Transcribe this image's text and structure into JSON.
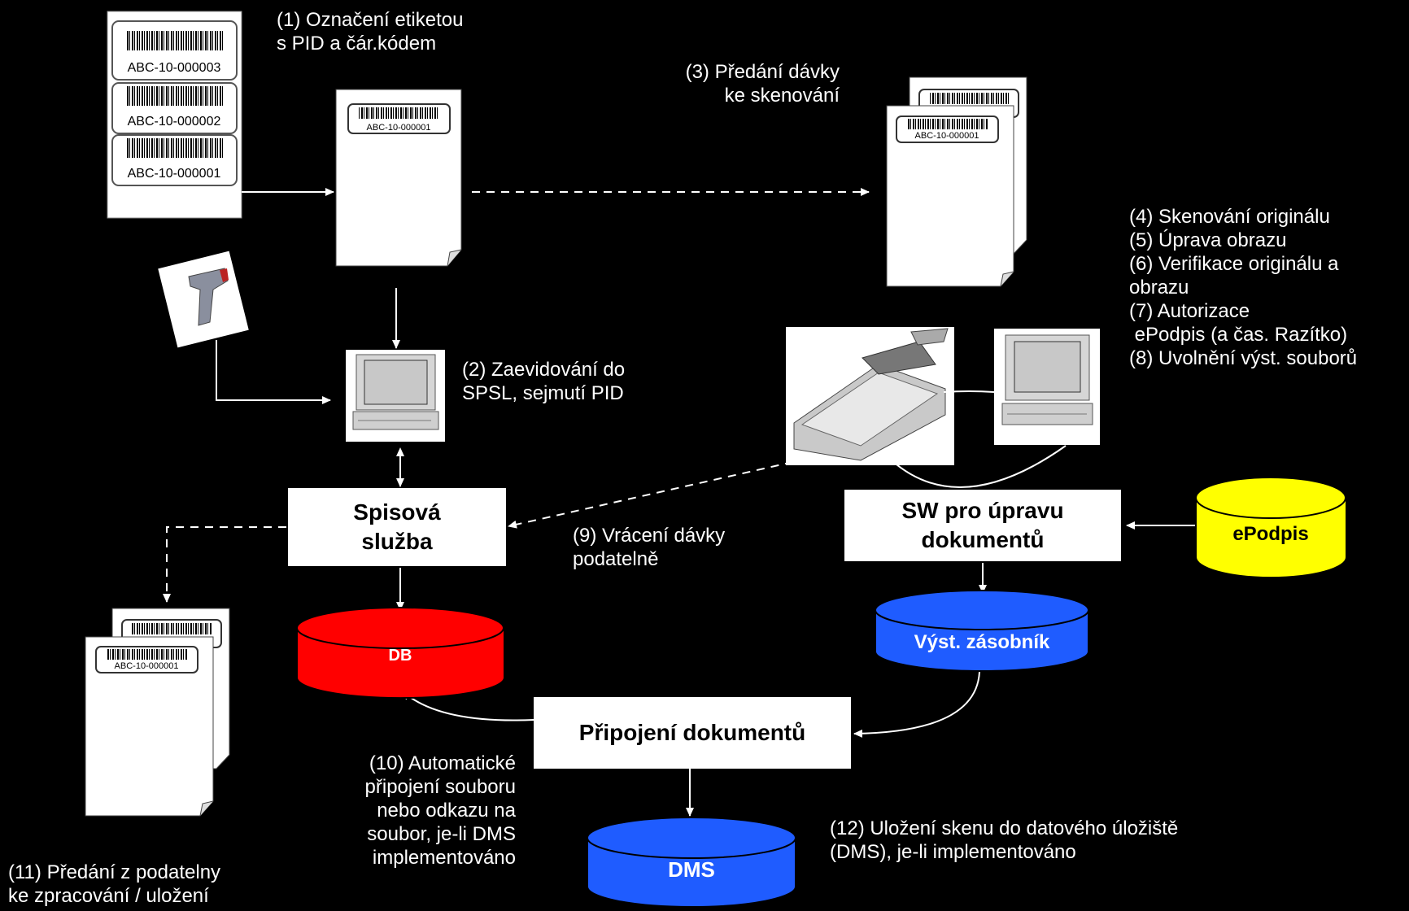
{
  "labels": {
    "labeling": [
      "(1) Označení etiketou",
      "s PID a čár.kódem"
    ],
    "handover": [
      "(3) Předání dávky",
      "ke skenování"
    ],
    "scan_steps": [
      "(4) Skenování originálu",
      "(5) Úprava obrazu",
      "(6) Verifikace originálu a",
      "obrazu",
      "(7) Autorizace",
      " ePodpis (a čas. Razítko)",
      "(8) Uvolnění výst. souborů"
    ],
    "registration": [
      "(2) Zaevidování do",
      "SPSL, sejmutí PID"
    ],
    "return_batch": [
      "(9) Vrácení dávky",
      "podatelně"
    ],
    "auto_attach": [
      "(10) Automatické",
      "připojení souboru",
      "nebo odkazu na",
      "soubor, je-li DMS",
      "implementováno"
    ],
    "handover_processing": [
      "(11) Předání z podatelny",
      "ke zpracování / uložení"
    ],
    "storage": [
      "(12) Uložení skenu do datového úložiště",
      "(DMS), je-li implementováno"
    ]
  },
  "boxes": {
    "spisova": [
      "Spisová",
      "služba"
    ],
    "sw": [
      "SW pro úpravu",
      "dokumentů"
    ],
    "pripojeni": "Připojení dokumentů"
  },
  "databases": {
    "db": "DB",
    "output": "Výst. zásobník",
    "epodpis": "ePodpis",
    "dms": "DMS"
  },
  "label_ids": [
    "ABC-10-000003",
    "ABC-10-000002",
    "ABC-10-000001"
  ],
  "colors": {
    "background": "#000000",
    "db": "#ff0000",
    "output": "#1f5cff",
    "epodpis": "#ffff00",
    "dms": "#1f5cff"
  }
}
